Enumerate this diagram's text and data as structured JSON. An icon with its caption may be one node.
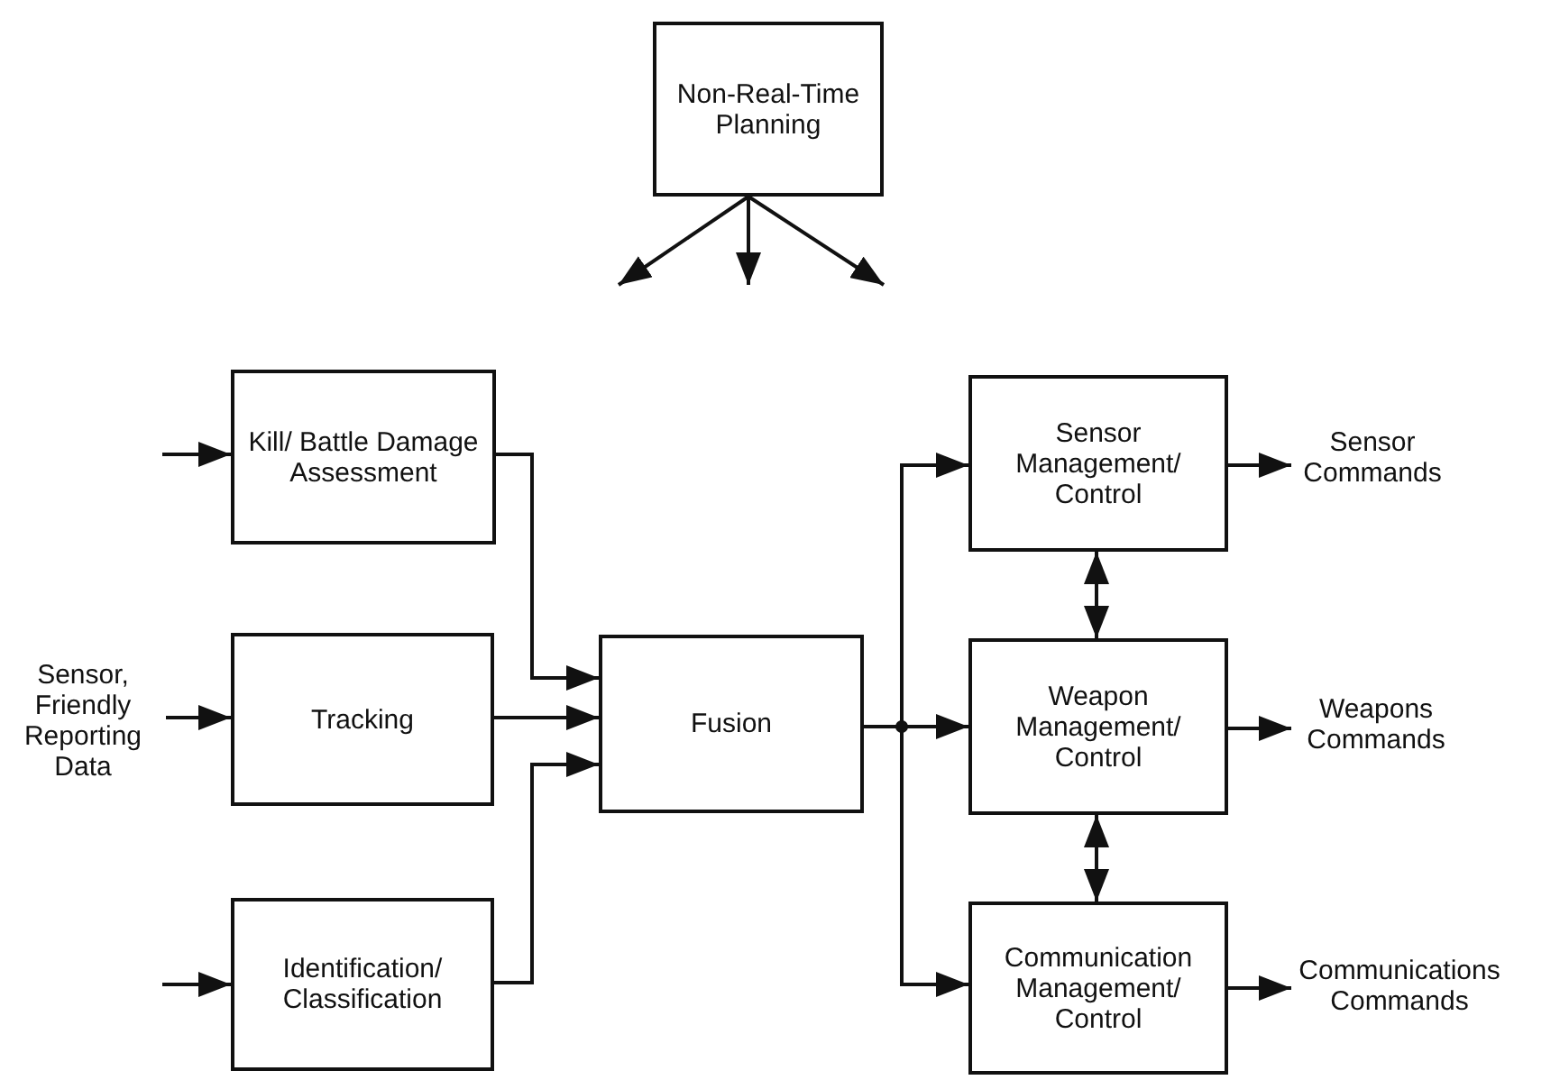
{
  "diagram": {
    "nodes": [
      {
        "text": [
          "Non-Real-Time Planning"
        ]
      },
      {
        "text": [
          "Kill/ Battle Damage Assessment"
        ]
      },
      {
        "text": [
          "Sensor, Friendly Reporting Data"
        ]
      },
      {
        "text": [
          "Tracking"
        ]
      },
      {
        "text": [
          "Identification/ Classification"
        ]
      },
      {
        "text": [
          "Fusion"
        ]
      },
      {
        "text": [
          "Sensor Management/ Control"
        ]
      },
      {
        "text": [
          "Sensor Commands"
        ]
      },
      {
        "text": [
          "Weapon Management/ Control"
        ]
      },
      {
        "text": [
          "Weapons Commands"
        ]
      },
      {
        "text": [
          "Communication Management/ Control"
        ]
      },
      {
        "text": [
          "Communications Commands"
        ]
      }
    ],
    "edges": [
      {
        "from": 0,
        "to": null,
        "arrow": "to"
      },
      {
        "from": 0,
        "to": null,
        "arrow": "to"
      },
      {
        "from": 0,
        "to": null,
        "arrow": "to"
      },
      {
        "from": null,
        "to": 1,
        "arrow": "to"
      },
      {
        "from": 2,
        "to": 3,
        "arrow": "to"
      },
      {
        "from": null,
        "to": 4,
        "arrow": "to"
      },
      {
        "from": 1,
        "to": 5,
        "arrow": "to"
      },
      {
        "from": 3,
        "to": 5,
        "arrow": "to"
      },
      {
        "from": 4,
        "to": 5,
        "arrow": "to"
      },
      {
        "from": 5,
        "to": 6,
        "arrow": "to"
      },
      {
        "from": 5,
        "to": 8,
        "arrow": "to"
      },
      {
        "from": 5,
        "to": 10,
        "arrow": "to"
      },
      {
        "from": 6,
        "to": 7,
        "arrow": "to"
      },
      {
        "from": 8,
        "to": 9,
        "arrow": "to"
      },
      {
        "from": 10,
        "to": 11,
        "arrow": "to"
      },
      {
        "from": 6,
        "to": 8,
        "arrow": "both"
      },
      {
        "from": 8,
        "to": 10,
        "arrow": "both"
      }
    ]
  }
}
